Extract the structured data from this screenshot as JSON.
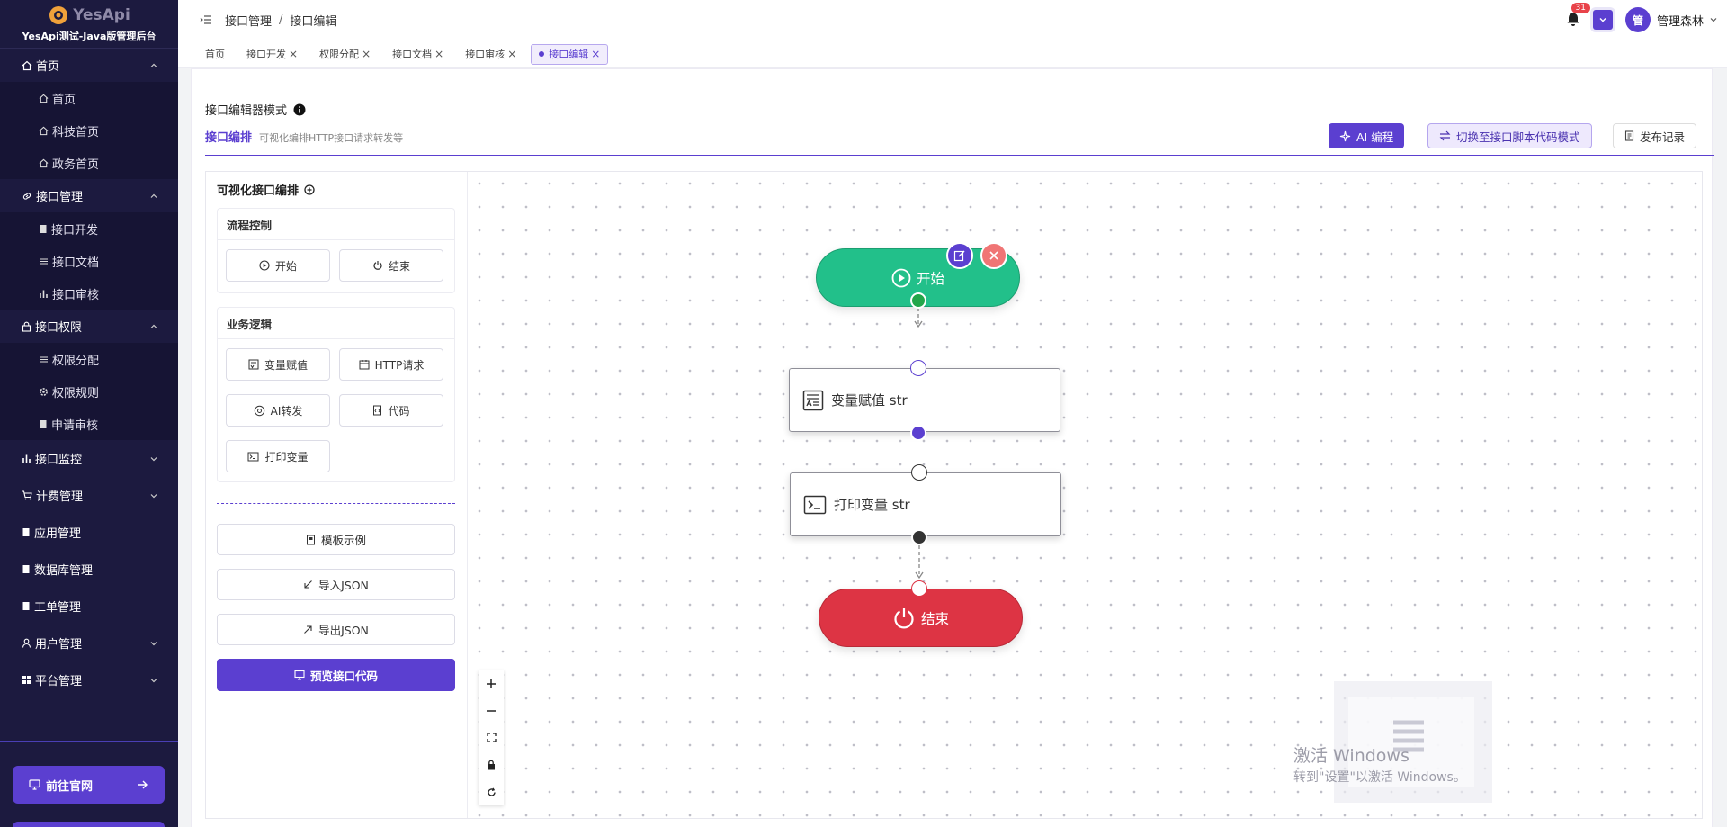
{
  "sidebar": {
    "logo": "YesApi",
    "subtitle": "YesApi测试-Java版管理后台",
    "groups": [
      {
        "label": "首页",
        "items": [
          "首页",
          "科技首页",
          "政务首页"
        ]
      },
      {
        "label": "接口管理",
        "items": [
          "接口开发",
          "接口文档",
          "接口审核"
        ]
      },
      {
        "label": "接口权限",
        "items": [
          "权限分配",
          "权限规则",
          "申请审核"
        ]
      }
    ],
    "top_items": [
      "接口监控",
      "计费管理",
      "应用管理",
      "数据库管理",
      "工单管理",
      "用户管理",
      "平台管理"
    ],
    "official_btn": "前往官网"
  },
  "header": {
    "breadcrumb": [
      "接口管理",
      "/",
      "接口编辑"
    ],
    "notification_count": "31",
    "avatar_text": "管",
    "user_name": "管理森林"
  },
  "tabs": [
    {
      "label": "首页",
      "closable": false
    },
    {
      "label": "接口开发",
      "closable": true
    },
    {
      "label": "权限分配",
      "closable": true
    },
    {
      "label": "接口文档",
      "closable": true
    },
    {
      "label": "接口审核",
      "closable": true
    },
    {
      "label": "接口编辑",
      "closable": true,
      "active": true
    }
  ],
  "editor_header": {
    "mode_title": "接口编辑器模式",
    "mode_tab": "接口编排",
    "mode_desc": "可视化编排HTTP接口请求转发等",
    "ai_btn": "AI 编程",
    "switch_btn": "切换至接口脚本代码模式",
    "publish_btn": "发布记录"
  },
  "palette": {
    "title": "可视化接口编排",
    "flow_title": "流程控制",
    "flow_nodes": [
      "开始",
      "结束"
    ],
    "biz_title": "业务逻辑",
    "biz_nodes": [
      "变量赋值",
      "HTTP请求",
      "AI转发",
      "代码",
      "打印变量"
    ],
    "template_btn": "模板示例",
    "import_btn": "导入JSON",
    "export_btn": "导出JSON",
    "preview_btn": "预览接口代码"
  },
  "flow": {
    "start": "开始",
    "var_node": "变量赋值 str",
    "print_node": "打印变量 str",
    "end": "结束"
  },
  "watermark": {
    "title": "激活 Windows",
    "sub": "转到\"设置\"以激活 Windows。"
  },
  "colors": {
    "sidebar_bg": "#1c1a3f",
    "accent": "#5b3fd0",
    "start_green": "#22c08a",
    "end_red": "#dd3444"
  }
}
